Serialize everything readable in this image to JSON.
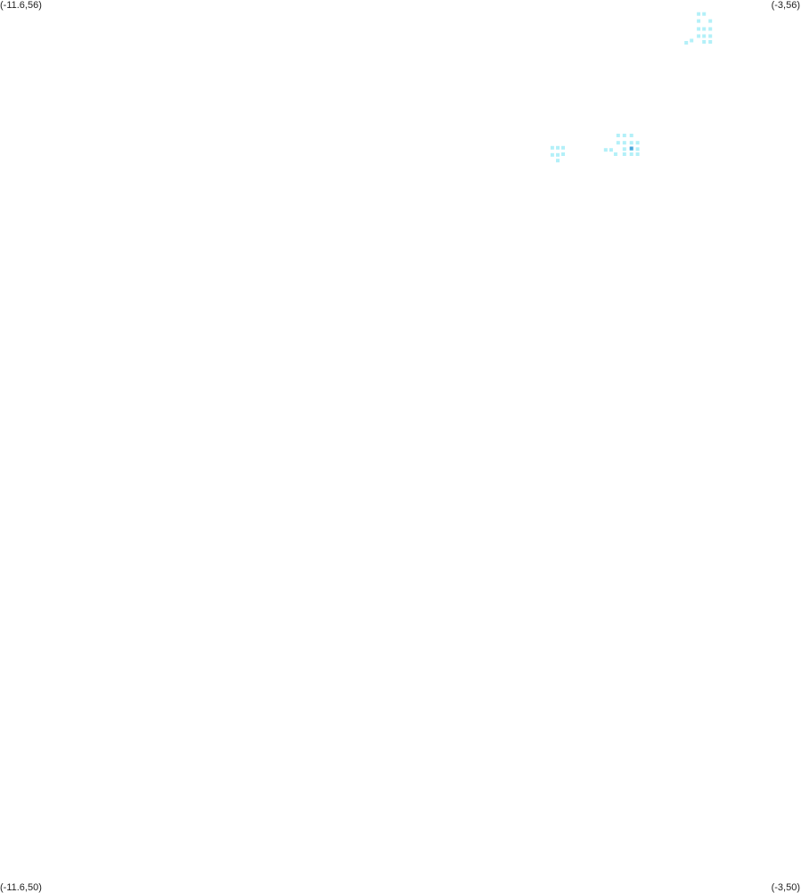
{
  "map": {
    "bounds": {
      "lon_min": -11.6,
      "lon_max": -3,
      "lat_min": 50,
      "lat_max": 56
    },
    "corner_labels": {
      "top_left": "(-11.6,56)",
      "top_right": "(-3,56)",
      "bottom_left": "(-11.6,50)",
      "bottom_right": "(-3,50)"
    },
    "colors": {
      "background": "#ffffff",
      "cell_light": "#b3f0f8",
      "cell_highlight": "#4aa6dc"
    },
    "cell_size_deg": 0.05,
    "cells": [
      {
        "lon": -4.099,
        "lat": 55.906,
        "level": "light"
      },
      {
        "lon": -4.041,
        "lat": 55.906,
        "level": "light"
      },
      {
        "lon": -4.099,
        "lat": 55.858,
        "level": "light"
      },
      {
        "lon": -3.974,
        "lat": 55.858,
        "level": "light"
      },
      {
        "lon": -4.099,
        "lat": 55.805,
        "level": "light"
      },
      {
        "lon": -4.041,
        "lat": 55.805,
        "level": "light"
      },
      {
        "lon": -3.974,
        "lat": 55.805,
        "level": "light"
      },
      {
        "lon": -4.099,
        "lat": 55.757,
        "level": "light"
      },
      {
        "lon": -4.041,
        "lat": 55.757,
        "level": "light"
      },
      {
        "lon": -3.974,
        "lat": 55.757,
        "level": "light"
      },
      {
        "lon": -4.175,
        "lat": 55.727,
        "level": "light"
      },
      {
        "lon": -4.041,
        "lat": 55.718,
        "level": "light"
      },
      {
        "lon": -3.974,
        "lat": 55.718,
        "level": "light"
      },
      {
        "lon": -4.232,
        "lat": 55.712,
        "level": "light"
      },
      {
        "lon": -4.82,
        "lat": 55.087,
        "level": "light"
      },
      {
        "lon": -4.896,
        "lat": 55.087,
        "level": "light"
      },
      {
        "lon": -4.963,
        "lat": 55.087,
        "level": "light"
      },
      {
        "lon": -4.896,
        "lat": 55.038,
        "level": "light"
      },
      {
        "lon": -4.963,
        "lat": 55.038,
        "level": "light"
      },
      {
        "lon": -4.82,
        "lat": 55.038,
        "level": "light"
      },
      {
        "lon": -4.754,
        "lat": 55.038,
        "level": "light"
      },
      {
        "lon": -4.896,
        "lat": 54.995,
        "level": "light"
      },
      {
        "lon": -4.82,
        "lat": 54.995,
        "level": "light"
      },
      {
        "lon": -4.754,
        "lat": 54.995,
        "level": "light"
      },
      {
        "lon": -5.039,
        "lat": 54.99,
        "level": "light"
      },
      {
        "lon": -5.097,
        "lat": 54.99,
        "level": "light"
      },
      {
        "lon": -4.991,
        "lat": 54.961,
        "level": "light"
      },
      {
        "lon": -4.896,
        "lat": 54.961,
        "level": "light"
      },
      {
        "lon": -4.82,
        "lat": 54.961,
        "level": "light"
      },
      {
        "lon": -4.754,
        "lat": 54.961,
        "level": "light"
      },
      {
        "lon": -4.82,
        "lat": 55.0,
        "level": "highlight"
      },
      {
        "lon": -5.554,
        "lat": 55.004,
        "level": "light"
      },
      {
        "lon": -5.612,
        "lat": 55.004,
        "level": "light"
      },
      {
        "lon": -5.67,
        "lat": 55.004,
        "level": "light"
      },
      {
        "lon": -5.612,
        "lat": 54.956,
        "level": "light"
      },
      {
        "lon": -5.67,
        "lat": 54.956,
        "level": "light"
      },
      {
        "lon": -5.554,
        "lat": 54.961,
        "level": "light"
      },
      {
        "lon": -5.612,
        "lat": 54.918,
        "level": "light"
      }
    ]
  }
}
